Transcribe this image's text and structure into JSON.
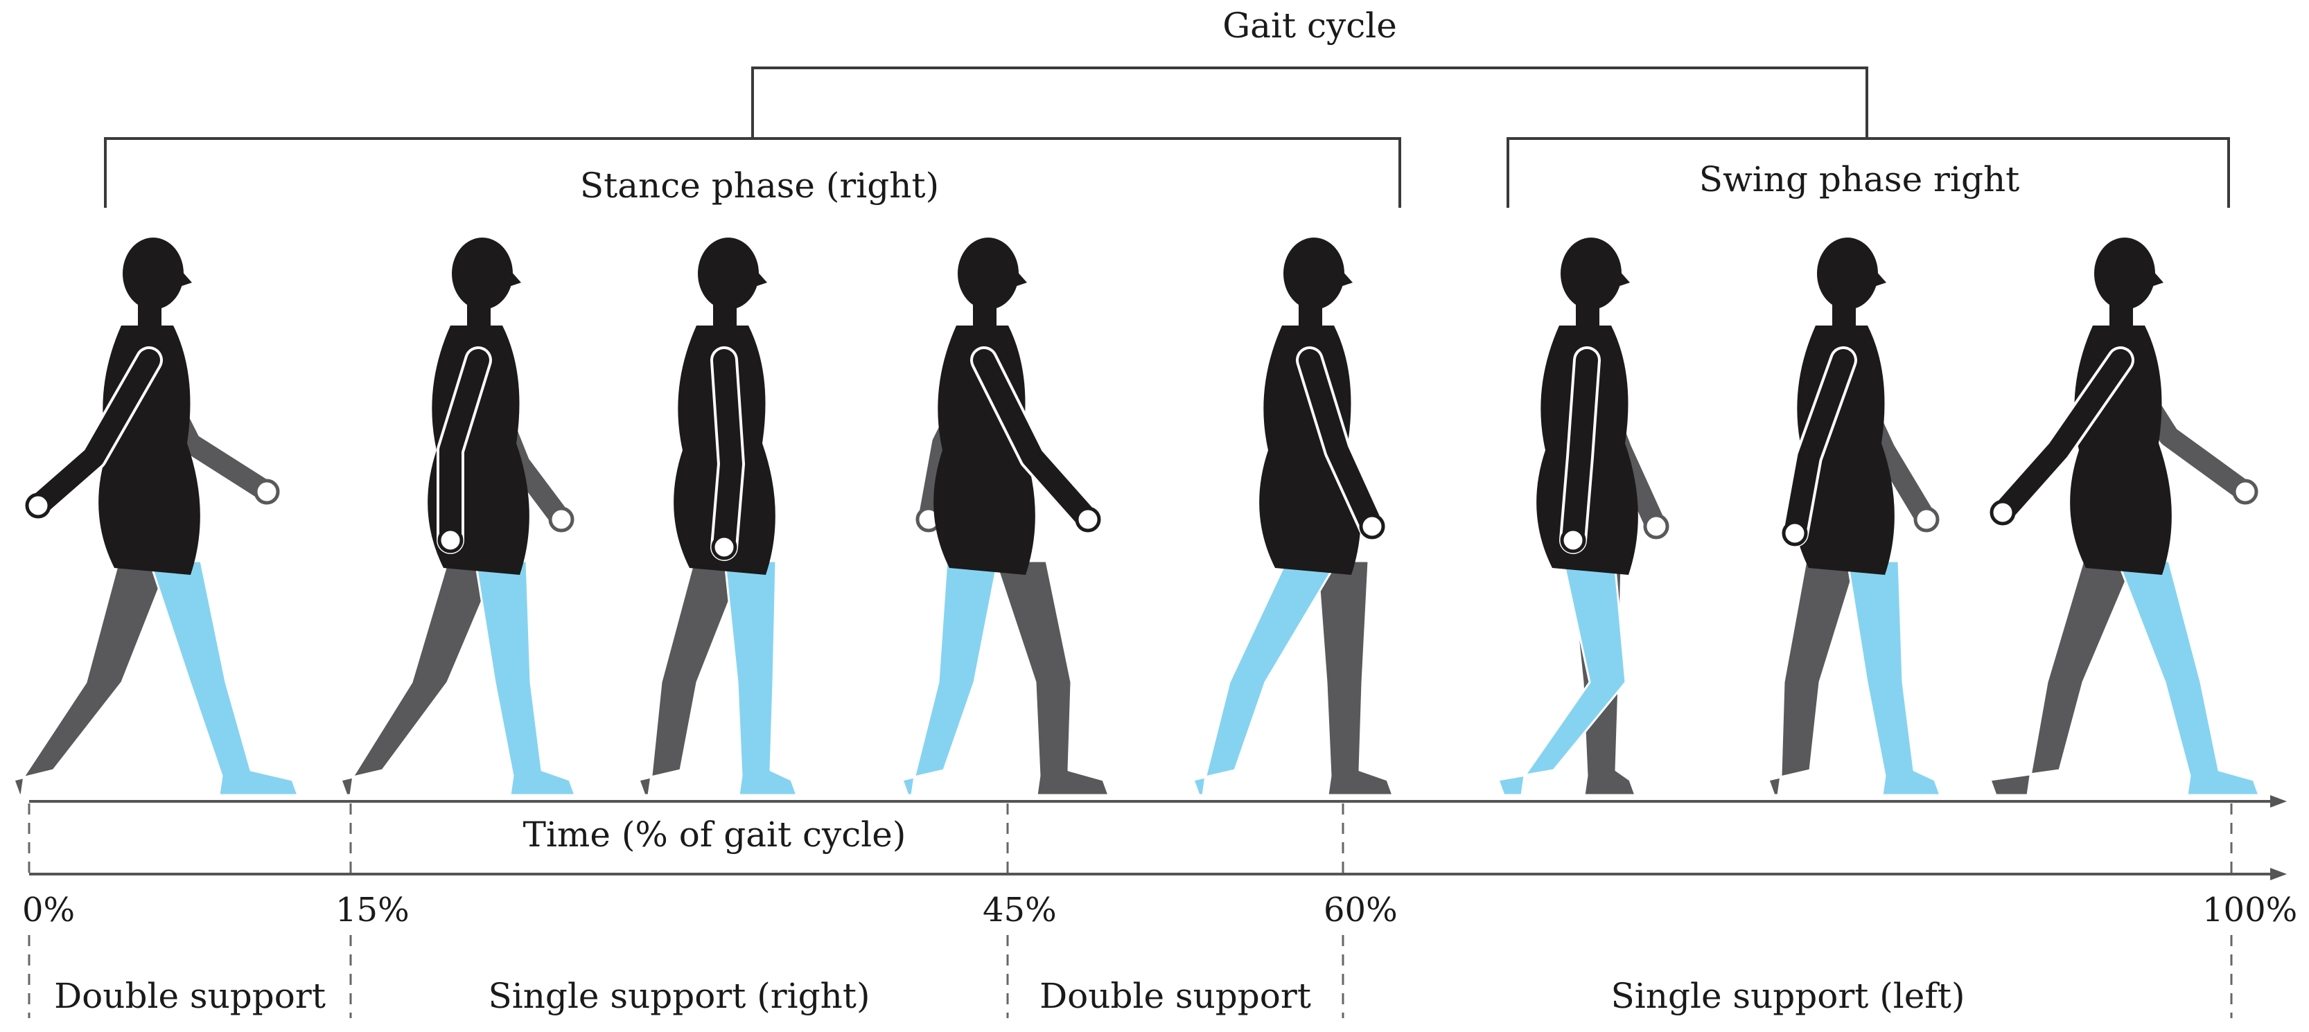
{
  "brackets": {
    "gait_cycle": "Gait cycle",
    "stance": "Stance phase (right)",
    "swing": "Swing phase right"
  },
  "axis": {
    "title": "Time (% of gait cycle)",
    "ticks": [
      "0%",
      "15%",
      "45%",
      "60%",
      "100%"
    ]
  },
  "phases": [
    "Double support",
    "Single support (right)",
    "Double support",
    "Single support (left)"
  ],
  "colors": {
    "body": "#1c1a1b",
    "left_leg": "#59585a",
    "right_leg": "#86d3f1",
    "axis": "#555555",
    "text": "#1a1a1a"
  },
  "figures": [
    {
      "pose": "heel-strike-right"
    },
    {
      "pose": "loading-response"
    },
    {
      "pose": "mid-stance-right"
    },
    {
      "pose": "terminal-stance"
    },
    {
      "pose": "pre-swing"
    },
    {
      "pose": "initial-swing"
    },
    {
      "pose": "mid-swing"
    },
    {
      "pose": "terminal-swing"
    }
  ]
}
